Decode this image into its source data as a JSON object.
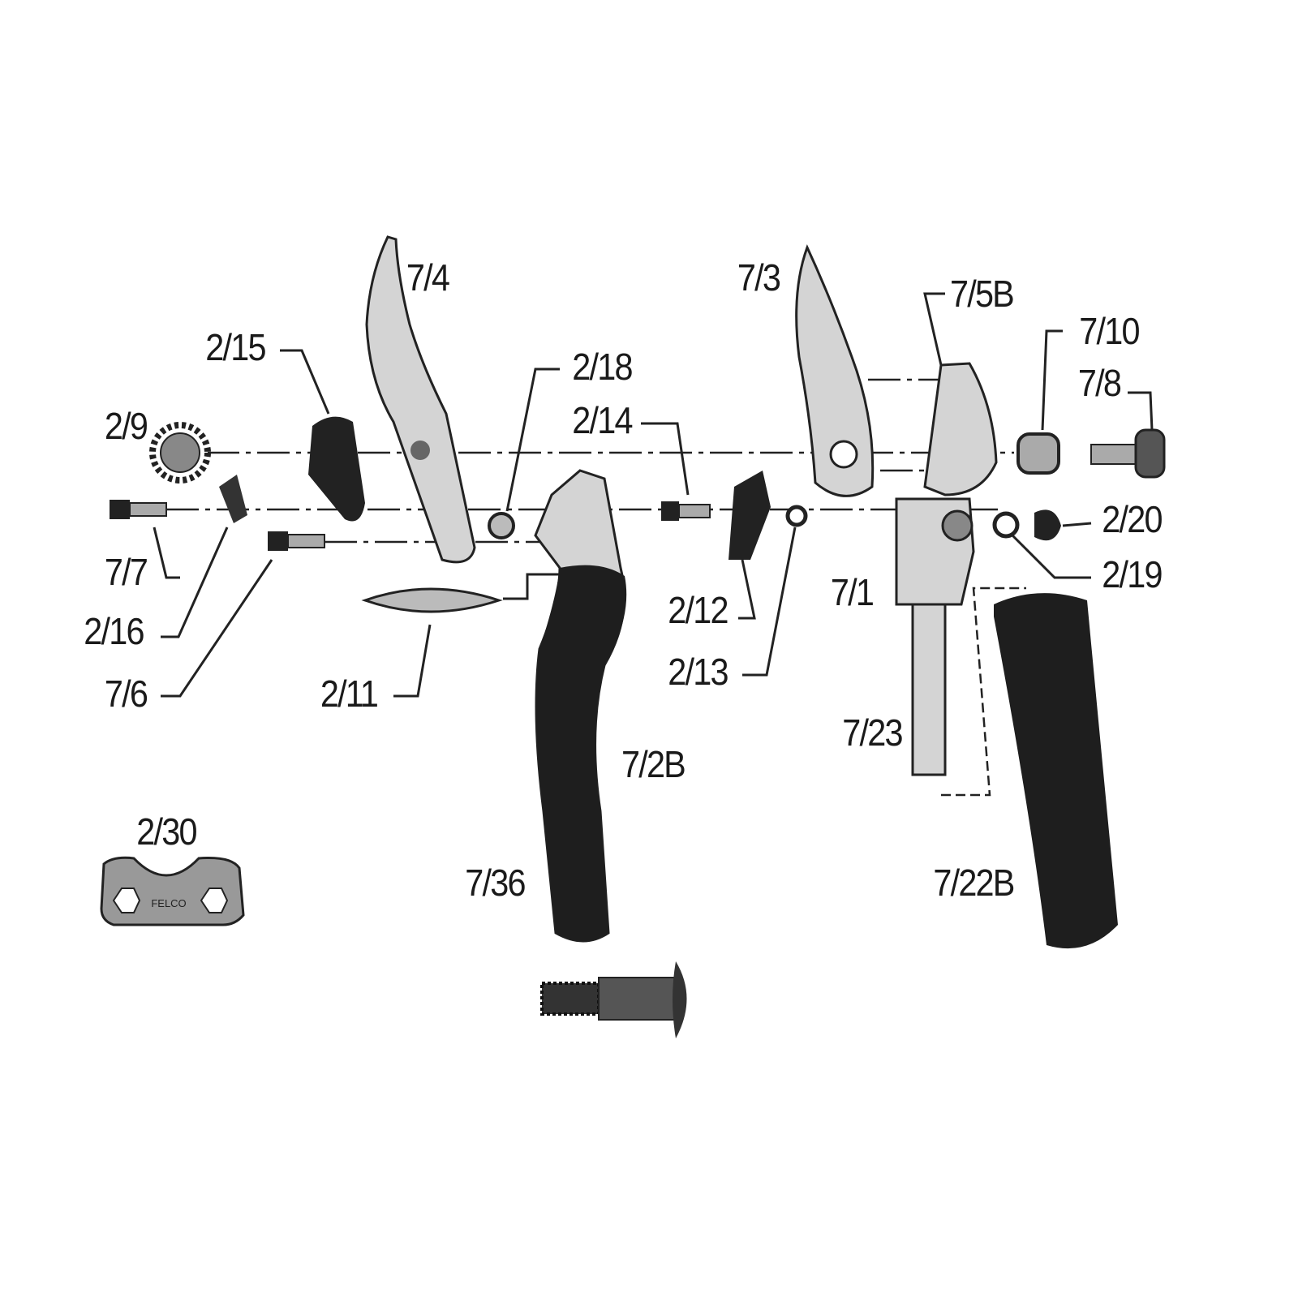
{
  "diagram": {
    "title": "Pruning shear exploded parts view",
    "labels": [
      "7/4",
      "2/15",
      "2/18",
      "2/9",
      "2/14",
      "7/3",
      "7/5B",
      "7/10",
      "7/8",
      "2/20",
      "2/19",
      "7/7",
      "2/16",
      "7/6",
      "2/11",
      "2/12",
      "2/13",
      "7/1",
      "7/23",
      "7/2B",
      "7/36",
      "7/22B",
      "2/30"
    ],
    "logo_text": "FELCO",
    "colors": {
      "ink": "#1a1a1a",
      "metal": "#d4d4d4",
      "dark_part": "#222222"
    }
  }
}
